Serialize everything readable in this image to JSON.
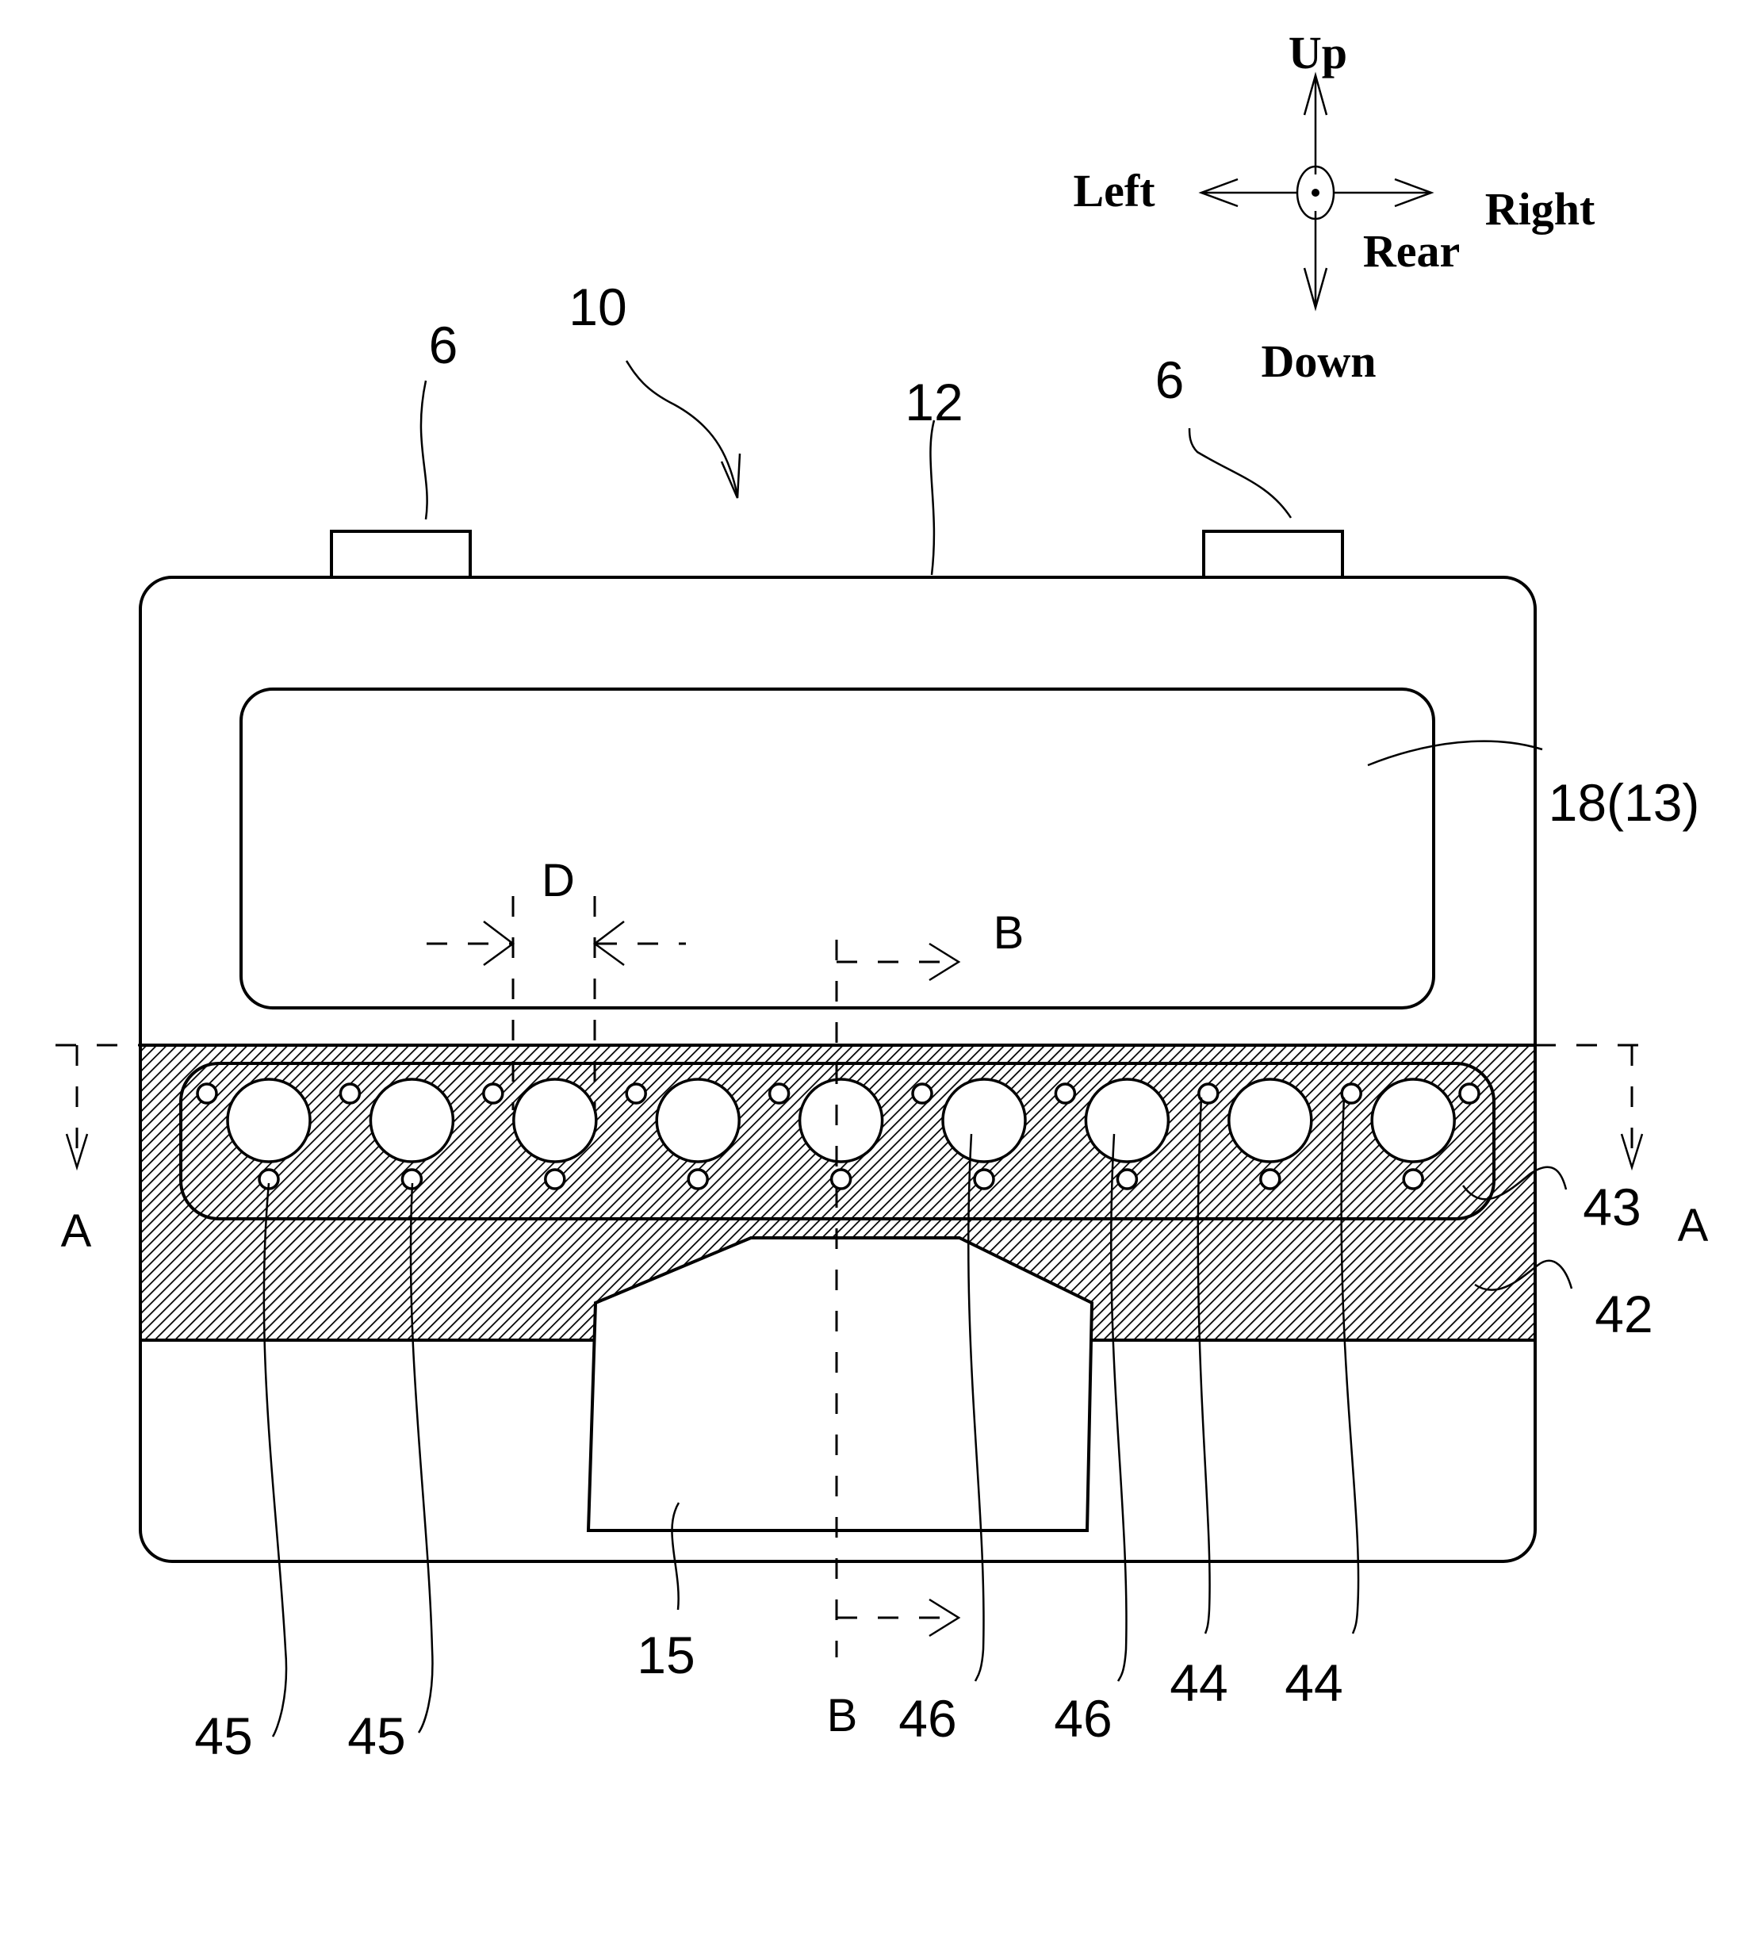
{
  "figure": {
    "description": "Patent drawing: front view of a battery (10) with terminals, window, hatched section band and cutout",
    "colors": {
      "line": "#000000",
      "background": "#ffffff"
    }
  },
  "compass": {
    "up": "Up",
    "down": "Down",
    "left": "Left",
    "right": "Right",
    "rear": "Rear"
  },
  "labels": {
    "battery": "10",
    "terminal_left": "6",
    "terminal_right": "6",
    "case": "12",
    "window": "18(13)",
    "cutout": "15",
    "plate": "43",
    "band": "42",
    "hole_45_a": "45",
    "hole_45_b": "45",
    "hole_46_a": "46",
    "hole_46_b": "46",
    "hole_44_a": "44",
    "hole_44_b": "44",
    "dimension": "D",
    "section_b_top": "B",
    "section_b_bottom": "B",
    "section_a_left": "A",
    "section_a_right": "A"
  },
  "holes": {
    "large_count": 9,
    "upper_small_count": 10,
    "lower_small_count": 9
  }
}
